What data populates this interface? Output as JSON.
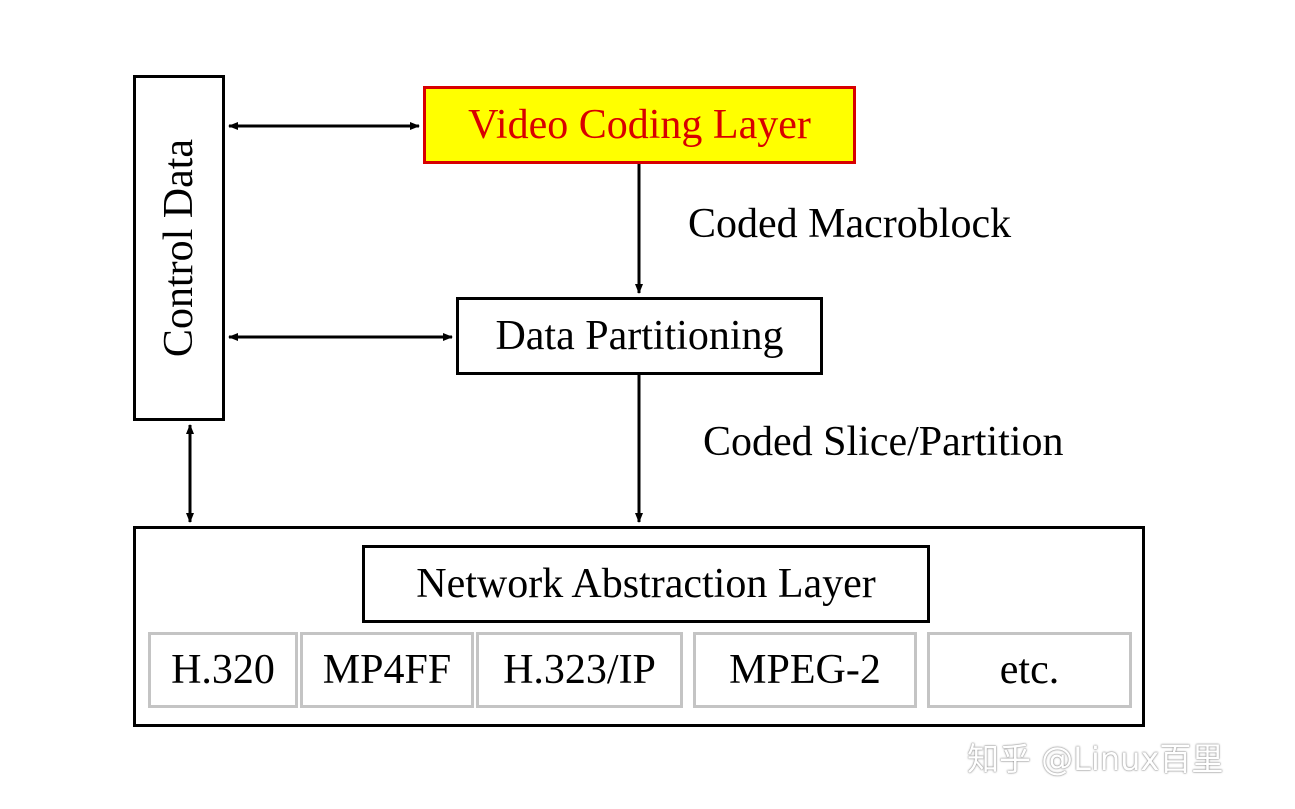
{
  "diagram": {
    "control_data": "Control Data",
    "video_coding_layer": "Video Coding Layer",
    "coded_macroblock": "Coded Macroblock",
    "data_partitioning": "Data Partitioning",
    "coded_slice_partition": "Coded Slice/Partition",
    "network_abstraction_layer": "Network Abstraction Layer",
    "protocols": [
      "H.320",
      "MP4FF",
      "H.323/IP",
      "MPEG-2",
      "etc."
    ]
  },
  "colors": {
    "vcl_fill": "#ffff00",
    "vcl_text": "#d80000",
    "protocol_border": "#c4c4c4"
  },
  "watermark": "知乎 @Linux百里"
}
